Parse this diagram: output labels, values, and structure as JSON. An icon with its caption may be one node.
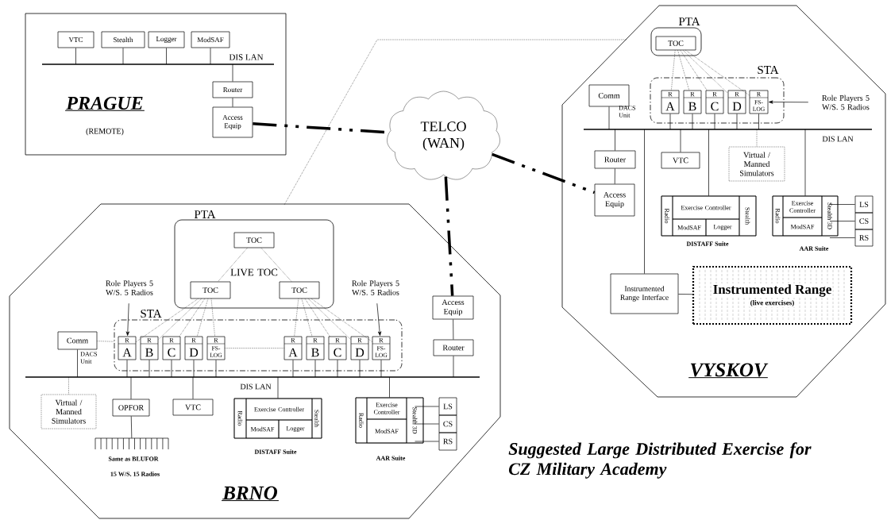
{
  "diagram": {
    "title": "Suggested Large Distributed Exercise for CZ Military Academy",
    "nodes": [
      {
        "text": [
          "PRAGUE",
          "(REMOTE)"
        ]
      },
      {
        "text": [
          "VTC"
        ],
        "in": 0
      },
      {
        "text": [
          "Stealth"
        ],
        "in": 0
      },
      {
        "text": [
          "Logger"
        ],
        "in": 0
      },
      {
        "text": [
          "ModSAF"
        ],
        "in": 0
      },
      {
        "text": [
          "DIS LAN"
        ],
        "in": 0
      },
      {
        "text": [
          "Router"
        ],
        "in": 0
      },
      {
        "text": [
          "Access Equip"
        ],
        "in": 0
      },
      {
        "text": [
          "TELCO (WAN)"
        ]
      },
      {
        "text": [
          "VYSKOV"
        ]
      },
      {
        "text": [
          "PTA"
        ],
        "in": 9
      },
      {
        "text": [
          "TOC"
        ],
        "in": 10
      },
      {
        "text": [
          "STA"
        ],
        "in": 9
      },
      {
        "text": [
          "R",
          "A"
        ],
        "in": 12
      },
      {
        "text": [
          "R",
          "B"
        ],
        "in": 12
      },
      {
        "text": [
          "R",
          "C"
        ],
        "in": 12
      },
      {
        "text": [
          "R",
          "D"
        ],
        "in": 12
      },
      {
        "text": [
          "R",
          "FS- LOG"
        ],
        "in": 12
      },
      {
        "text": [
          "Role Players 5 W/S. 5 Radios"
        ],
        "in": 9
      },
      {
        "text": [
          "Comm"
        ],
        "beside": [
          "DACS Unit"
        ],
        "in": 9
      },
      {
        "text": [
          "DIS LAN"
        ],
        "in": 9
      },
      {
        "text": [
          "Router"
        ],
        "in": 9
      },
      {
        "text": [
          "Access Equip"
        ],
        "in": 9
      },
      {
        "text": [
          "VTC"
        ],
        "in": 9
      },
      {
        "text": [
          "Virtual / Manned Simulators"
        ],
        "in": 9
      },
      {
        "text": [],
        "shape": "box",
        "beside": [
          "DISTAFF Suite"
        ],
        "in": 9
      },
      {
        "text": [
          "Radio"
        ],
        "in": 25
      },
      {
        "text": [
          "Exercise Controller"
        ],
        "in": 25
      },
      {
        "text": [
          "ModSAF"
        ],
        "in": 25
      },
      {
        "text": [
          "Logger"
        ],
        "in": 25
      },
      {
        "text": [
          "Stealth"
        ],
        "in": 25
      },
      {
        "text": [],
        "shape": "box",
        "beside": [
          "AAR Suite"
        ],
        "in": 9
      },
      {
        "text": [
          "Radio"
        ],
        "in": 31
      },
      {
        "text": [
          "Exercise Controller"
        ],
        "in": 31
      },
      {
        "text": [
          "ModSAF"
        ],
        "in": 31
      },
      {
        "text": [
          "Stealth 3D"
        ],
        "in": 31
      },
      {
        "text": [
          "LS"
        ],
        "in": 9
      },
      {
        "text": [
          "CS"
        ],
        "in": 9
      },
      {
        "text": [
          "RS"
        ],
        "in": 9
      },
      {
        "text": [
          "Instrumented Range Interface"
        ],
        "in": 9
      },
      {
        "text": [
          "Instrumented Range",
          "(live exercises)"
        ],
        "in": 9
      },
      {
        "text": [
          "BRNO"
        ]
      },
      {
        "text": [
          "PTA",
          "LIVE TOC"
        ],
        "in": 41
      },
      {
        "text": [
          "TOC"
        ],
        "in": 42
      },
      {
        "text": [
          "TOC"
        ],
        "in": 42
      },
      {
        "text": [
          "TOC"
        ],
        "in": 42
      },
      {
        "text": [
          "STA"
        ],
        "in": 41
      },
      {
        "text": [
          "R",
          "A"
        ],
        "in": 46
      },
      {
        "text": [
          "R",
          "B"
        ],
        "in": 46
      },
      {
        "text": [
          "R",
          "C"
        ],
        "in": 46
      },
      {
        "text": [
          "R",
          "D"
        ],
        "in": 46
      },
      {
        "text": [
          "R",
          "FS- LOG"
        ],
        "in": 46
      },
      {
        "text": [
          "R",
          "A"
        ],
        "in": 46
      },
      {
        "text": [
          "R",
          "B"
        ],
        "in": 46
      },
      {
        "text": [
          "R",
          "C"
        ],
        "in": 46
      },
      {
        "text": [
          "R",
          "D"
        ],
        "in": 46
      },
      {
        "text": [
          "R",
          "FS- LOG"
        ],
        "in": 46
      },
      {
        "text": [
          "Role Players 5 W/S. 5 Radios"
        ],
        "in": 41
      },
      {
        "text": [
          "Role Players 5 W/S. 5 Radios"
        ],
        "in": 41
      },
      {
        "text": [
          "Comm"
        ],
        "beside": [
          "DACS Unit"
        ],
        "in": 41
      },
      {
        "text": [
          "DIS LAN"
        ],
        "in": 41
      },
      {
        "text": [
          "Virtual / Manned Simulators"
        ],
        "in": 41
      },
      {
        "text": [
          "OPFOR"
        ],
        "in": 41
      },
      {
        "text": [],
        "shape": "comb",
        "beside": [
          "Same as BLUFOR",
          "15 W/S. 15 Radios"
        ],
        "in": 41
      },
      {
        "text": [
          "VTC"
        ],
        "in": 41
      },
      {
        "text": [],
        "shape": "box",
        "beside": [
          "DISTAFF Suite"
        ],
        "in": 41
      },
      {
        "text": [
          "Radio"
        ],
        "in": 65
      },
      {
        "text": [
          "Exercise Controller"
        ],
        "in": 65
      },
      {
        "text": [
          "ModSAF"
        ],
        "in": 65
      },
      {
        "text": [
          "Logger"
        ],
        "in": 65
      },
      {
        "text": [
          "Stealth"
        ],
        "in": 65
      },
      {
        "text": [],
        "shape": "box",
        "beside": [
          "AAR Suite"
        ],
        "in": 41
      },
      {
        "text": [
          "Radio"
        ],
        "in": 71
      },
      {
        "text": [
          "Exercise Controller"
        ],
        "in": 71
      },
      {
        "text": [
          "ModSAF"
        ],
        "in": 71
      },
      {
        "text": [
          "Stealth 3D"
        ],
        "in": 71
      },
      {
        "text": [
          "LS"
        ],
        "in": 41
      },
      {
        "text": [
          "CS"
        ],
        "in": 41
      },
      {
        "text": [
          "RS"
        ],
        "in": 41
      },
      {
        "text": [
          "Access Equip"
        ],
        "in": 41
      },
      {
        "text": [
          "Router"
        ],
        "in": 41
      }
    ],
    "edges": [
      {
        "from": 1,
        "to": 5,
        "arrow": "none"
      },
      {
        "from": 2,
        "to": 5,
        "arrow": "none"
      },
      {
        "from": 3,
        "to": 5,
        "arrow": "none"
      },
      {
        "from": 4,
        "to": 5,
        "arrow": "none"
      },
      {
        "from": 5,
        "to": 6,
        "arrow": "none"
      },
      {
        "from": 6,
        "to": 7,
        "arrow": "none"
      },
      {
        "from": 7,
        "to": 8,
        "arrow": "none",
        "style": "dashed"
      },
      {
        "from": 8,
        "to": 22,
        "arrow": "none",
        "style": "dashed"
      },
      {
        "from": 8,
        "to": 79,
        "arrow": "none",
        "style": "dashed"
      },
      {
        "from": 41,
        "to": 9,
        "arrow": "none",
        "style": "dashed"
      },
      {
        "from": 11,
        "to": 13,
        "arrow": "none",
        "style": "dashed"
      },
      {
        "from": 11,
        "to": 14,
        "arrow": "none",
        "style": "dashed"
      },
      {
        "from": 11,
        "to": 15,
        "arrow": "none",
        "style": "dashed"
      },
      {
        "from": 11,
        "to": 16,
        "arrow": "none",
        "style": "dashed"
      },
      {
        "from": 11,
        "to": 17,
        "arrow": "none",
        "style": "dashed"
      },
      {
        "from": 13,
        "to": 20,
        "arrow": "none"
      },
      {
        "from": 14,
        "to": 20,
        "arrow": "none"
      },
      {
        "from": 15,
        "to": 20,
        "arrow": "none"
      },
      {
        "from": 16,
        "to": 20,
        "arrow": "none"
      },
      {
        "from": 17,
        "to": 20,
        "arrow": "none"
      },
      {
        "from": 18,
        "to": 17,
        "arrow": "to"
      },
      {
        "from": 19,
        "to": 20,
        "arrow": "none"
      },
      {
        "from": 20,
        "to": 21,
        "arrow": "none"
      },
      {
        "from": 21,
        "to": 22,
        "arrow": "none"
      },
      {
        "from": 20,
        "to": 23,
        "arrow": "none"
      },
      {
        "from": 20,
        "to": 24,
        "arrow": "none",
        "style": "dashed"
      },
      {
        "from": 20,
        "to": 25,
        "arrow": "none"
      },
      {
        "from": 20,
        "to": 31,
        "arrow": "none"
      },
      {
        "from": 20,
        "to": 39,
        "arrow": "none"
      },
      {
        "from": 39,
        "to": 40,
        "arrow": "none"
      },
      {
        "from": 35,
        "to": 36,
        "arrow": "none"
      },
      {
        "from": 35,
        "to": 37,
        "arrow": "none"
      },
      {
        "from": 35,
        "to": 38,
        "arrow": "none"
      },
      {
        "from": 43,
        "to": 44,
        "arrow": "none",
        "style": "dashed"
      },
      {
        "from": 43,
        "to": 45,
        "arrow": "none",
        "style": "dashed"
      },
      {
        "from": 44,
        "to": 47,
        "arrow": "none",
        "style": "dashed"
      },
      {
        "from": 44,
        "to": 48,
        "arrow": "none",
        "style": "dashed"
      },
      {
        "from": 44,
        "to": 49,
        "arrow": "none",
        "style": "dashed"
      },
      {
        "from": 44,
        "to": 50,
        "arrow": "none",
        "style": "dashed"
      },
      {
        "from": 44,
        "to": 51,
        "arrow": "none",
        "style": "dashed"
      },
      {
        "from": 45,
        "to": 52,
        "arrow": "none",
        "style": "dashed"
      },
      {
        "from": 45,
        "to": 53,
        "arrow": "none",
        "style": "dashed"
      },
      {
        "from": 45,
        "to": 54,
        "arrow": "none",
        "style": "dashed"
      },
      {
        "from": 45,
        "to": 55,
        "arrow": "none",
        "style": "dashed"
      },
      {
        "from": 45,
        "to": 56,
        "arrow": "none",
        "style": "dashed"
      },
      {
        "from": 59,
        "to": 46,
        "arrow": "none",
        "style": "dashed"
      },
      {
        "from": 51,
        "to": 52,
        "arrow": "none",
        "style": "dashed"
      },
      {
        "from": 47,
        "to": 60,
        "arrow": "none"
      },
      {
        "from": 48,
        "to": 60,
        "arrow": "none"
      },
      {
        "from": 49,
        "to": 60,
        "arrow": "none"
      },
      {
        "from": 50,
        "to": 60,
        "arrow": "none"
      },
      {
        "from": 51,
        "to": 60,
        "arrow": "none"
      },
      {
        "from": 52,
        "to": 60,
        "arrow": "none"
      },
      {
        "from": 53,
        "to": 60,
        "arrow": "none"
      },
      {
        "from": 54,
        "to": 60,
        "arrow": "none"
      },
      {
        "from": 55,
        "to": 60,
        "arrow": "none"
      },
      {
        "from": 56,
        "to": 60,
        "arrow": "none"
      },
      {
        "from": 57,
        "to": 47,
        "arrow": "to"
      },
      {
        "from": 58,
        "to": 56,
        "arrow": "to"
      },
      {
        "from": 59,
        "to": 60,
        "arrow": "none"
      },
      {
        "from": 60,
        "to": 61,
        "arrow": "none",
        "style": "dashed"
      },
      {
        "from": 60,
        "to": 62,
        "arrow": "none"
      },
      {
        "from": 62,
        "to": 63,
        "arrow": "none"
      },
      {
        "from": 60,
        "to": 64,
        "arrow": "none"
      },
      {
        "from": 60,
        "to": 65,
        "arrow": "none"
      },
      {
        "from": 60,
        "to": 71,
        "arrow": "none"
      },
      {
        "from": 80,
        "to": 60,
        "arrow": "none"
      },
      {
        "from": 80,
        "to": 79,
        "arrow": "none"
      },
      {
        "from": 75,
        "to": 76,
        "arrow": "none"
      },
      {
        "from": 75,
        "to": 77,
        "arrow": "none"
      },
      {
        "from": 75,
        "to": 78,
        "arrow": "none"
      }
    ]
  }
}
